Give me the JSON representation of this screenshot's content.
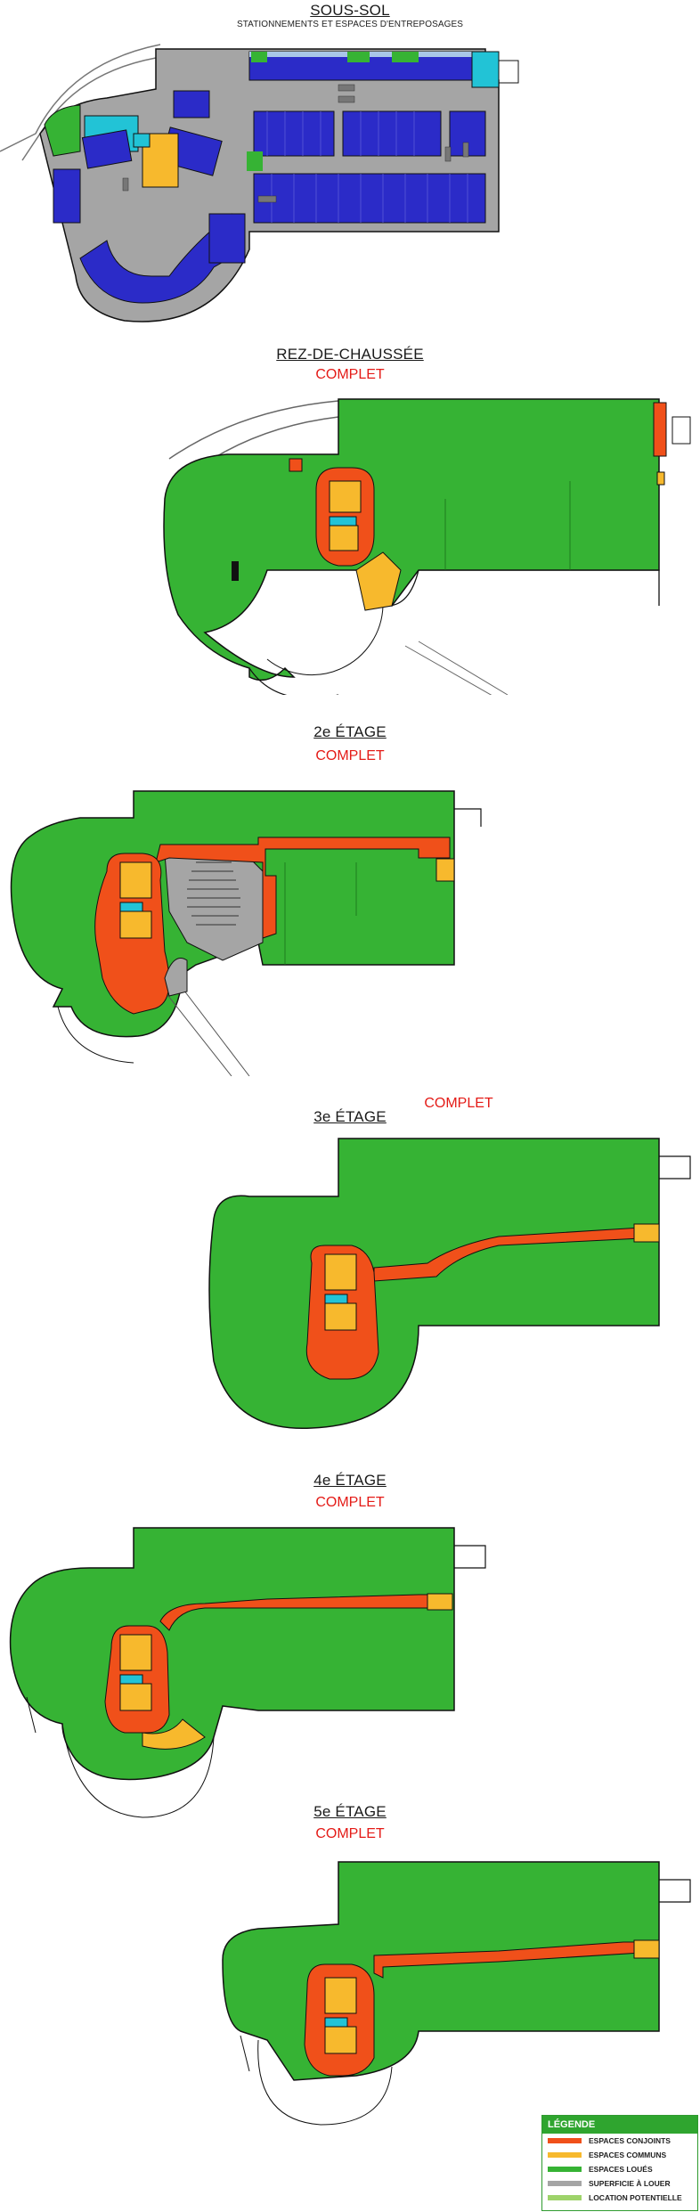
{
  "colors": {
    "green": "#36b334",
    "orange": "#f0501a",
    "yellow": "#f7b92d",
    "blue": "#2b2bc8",
    "cyan": "#22c3d6",
    "gray": "#a5a5a5",
    "lightgreen": "#9ed36a",
    "outline": "#111111"
  },
  "sections": {
    "sous_sol": {
      "title": "SOUS-SOL",
      "subtitle": "STATIONNEMENTS ET ESPACES D'ENTREPOSAGES"
    },
    "rdc": {
      "title": "REZ-DE-CHAUSSÉE",
      "status": "COMPLET"
    },
    "etage2": {
      "title": "2e ÉTAGE",
      "status": "COMPLET"
    },
    "etage3": {
      "title": "3e ÉTAGE",
      "status": "COMPLET"
    },
    "etage4": {
      "title": "4e ÉTAGE",
      "status": "COMPLET"
    },
    "etage5": {
      "title": "5e ÉTAGE",
      "status": "COMPLET"
    }
  },
  "legend": {
    "title": "LÉGENDE",
    "items": [
      {
        "label": "ESPACES CONJOINTS",
        "color": "#f0501a"
      },
      {
        "label": "ESPACES COMMUNS",
        "color": "#f7b92d"
      },
      {
        "label": "ESPACES LOUÉS",
        "color": "#36b334"
      },
      {
        "label": "SUPERFICIE À LOUER",
        "color": "#a5a5a5"
      },
      {
        "label": "LOCATION POTENTIELLE",
        "color": "#9ed36a"
      }
    ]
  }
}
